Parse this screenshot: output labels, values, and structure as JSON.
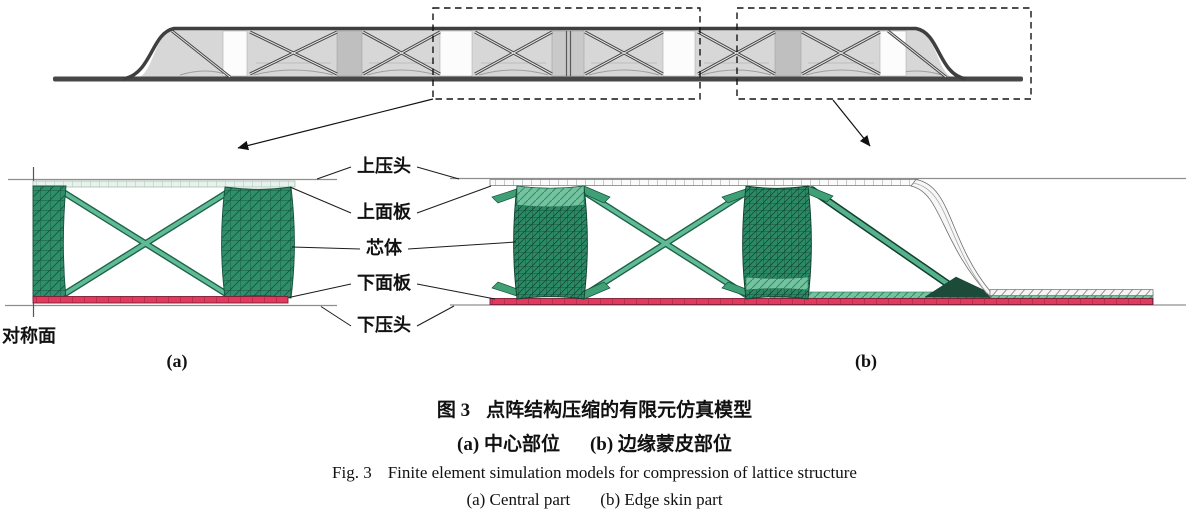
{
  "figure": {
    "labels": {
      "upper_press_head": "上压头",
      "upper_face_plate": "上面板",
      "core": "芯体",
      "lower_face_plate": "下面板",
      "lower_press_head": "下压头",
      "symmetry_plane": "对称面",
      "sub_a": "(a)",
      "sub_b": "(b)"
    },
    "caption": {
      "fig_no_zh": "图 3",
      "title_zh": "点阵结构压缩的有限元仿真模型",
      "parts_zh": {
        "a": "(a) 中心部位",
        "b": "(b) 边缘蒙皮部位"
      },
      "fig_no_en": "Fig. 3",
      "title_en": "Finite element simulation models for compression of lattice structure",
      "parts_en": {
        "a": "(a) Central part",
        "b": "(b) Edge skin part"
      }
    },
    "colors": {
      "core_green": "#2F8F6B",
      "core_green_dense": "#2B8A66",
      "strut_green": "#5FBB95",
      "light_band_green": "#74C29E",
      "upper_face_mint": "#E6F2EB",
      "lower_face_red": "#E23A5C",
      "skin_white": "#F7F7F7",
      "overview_gray": "#D7D7D7",
      "outline_dark": "#3F3F3F",
      "press_line_gray": "#8F8F8F"
    }
  }
}
